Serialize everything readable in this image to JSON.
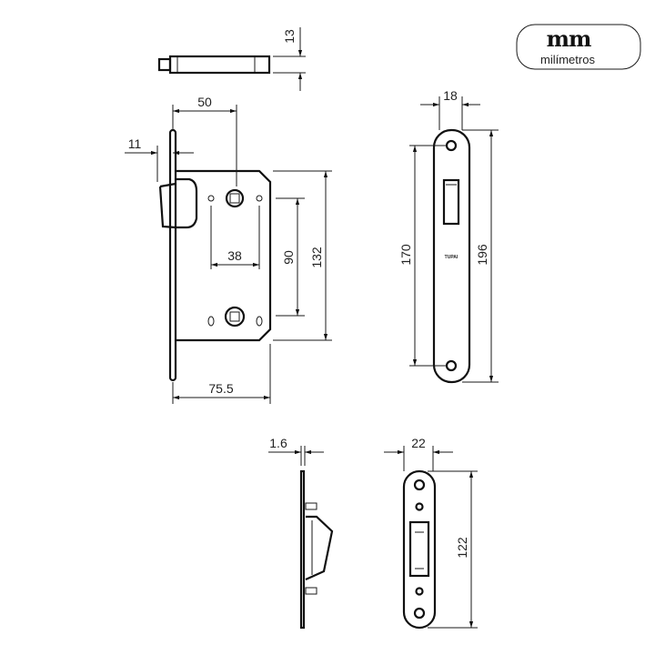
{
  "logo": {
    "mark": "mm",
    "subtitle": "milímetros"
  },
  "latch_top_view": {
    "dim_height": "13"
  },
  "lock_body": {
    "dim_backset": "50",
    "dim_latch_projection": "11",
    "dim_hole_spacing": "38",
    "dim_hub_centers": "90",
    "dim_body_height": "132",
    "dim_body_depth": "75.5"
  },
  "faceplate": {
    "dim_width": "18",
    "dim_screw_centers": "170",
    "dim_length": "196",
    "brand_stamp": "TUPAI"
  },
  "strike_side": {
    "dim_thickness": "1.6"
  },
  "strike_plate": {
    "dim_width": "22",
    "dim_length": "122"
  }
}
